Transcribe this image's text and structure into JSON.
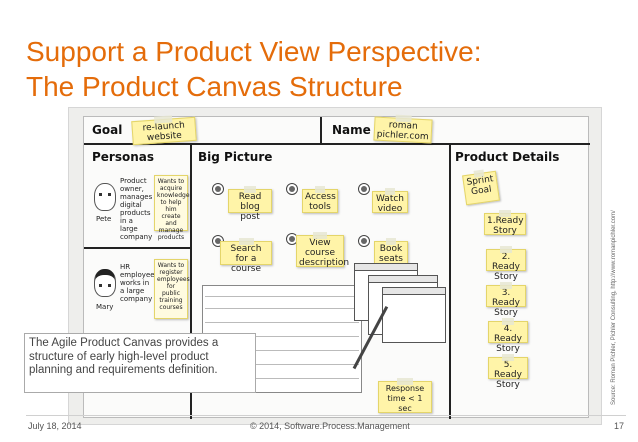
{
  "slide": {
    "title_line1": "Support a Product View Perspective:",
    "title_line2": "The Product Canvas Structure",
    "caption": "The Agile Product Canvas provides a structure of early high-level product planning and requirements definition.",
    "source": "Source: Roman Pichler, Pichler Consulting, http://www.romanpichler.com/",
    "footer": {
      "date": "July 18, 2014",
      "copyright": "© 2014, Software.Process.Management",
      "page": "17"
    }
  },
  "canvas": {
    "goal_header": "Goal",
    "goal_note": "re-launch website",
    "name_header": "Name",
    "name_note": "roman pichler.com",
    "personas_header": "Personas",
    "big_picture_header": "Big Picture",
    "product_details_header": "Product Details",
    "personas": [
      {
        "name": "Pete",
        "info": "Product owner, manages digital products in a large company",
        "wants": "Wants to acquire knowledge to help him create and manage products"
      },
      {
        "name": "Mary",
        "info": "HR employee, works in a large company",
        "wants": "Wants to register employees for public training courses"
      }
    ],
    "epics": [
      "Read blog post",
      "Access tools",
      "Watch video",
      "Search for a course",
      "View course description",
      "Book seats"
    ],
    "sprint_goal": "Sprint Goal",
    "stories": [
      "1.Ready Story",
      "2. Ready Story",
      "3. Ready Story",
      "4. Ready Story",
      "5. Ready Story"
    ],
    "constraint": "Response time < 1 sec"
  }
}
